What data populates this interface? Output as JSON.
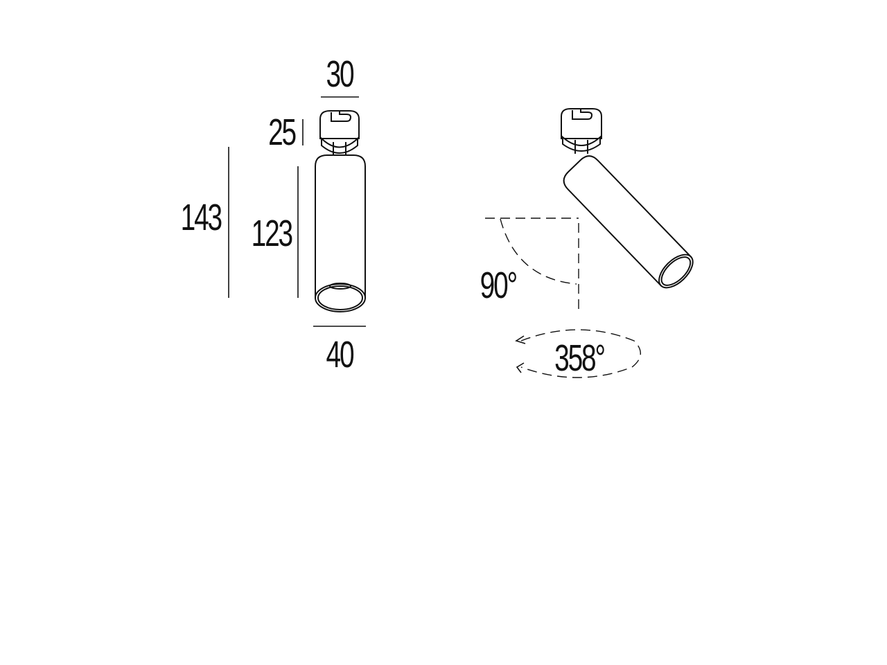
{
  "front_view": {
    "width_top": "30",
    "adapter_height": "25",
    "total_height": "143",
    "body_height": "123",
    "width_bottom": "40"
  },
  "side_view": {
    "tilt_angle": "90°",
    "rotation_angle": "358°"
  }
}
